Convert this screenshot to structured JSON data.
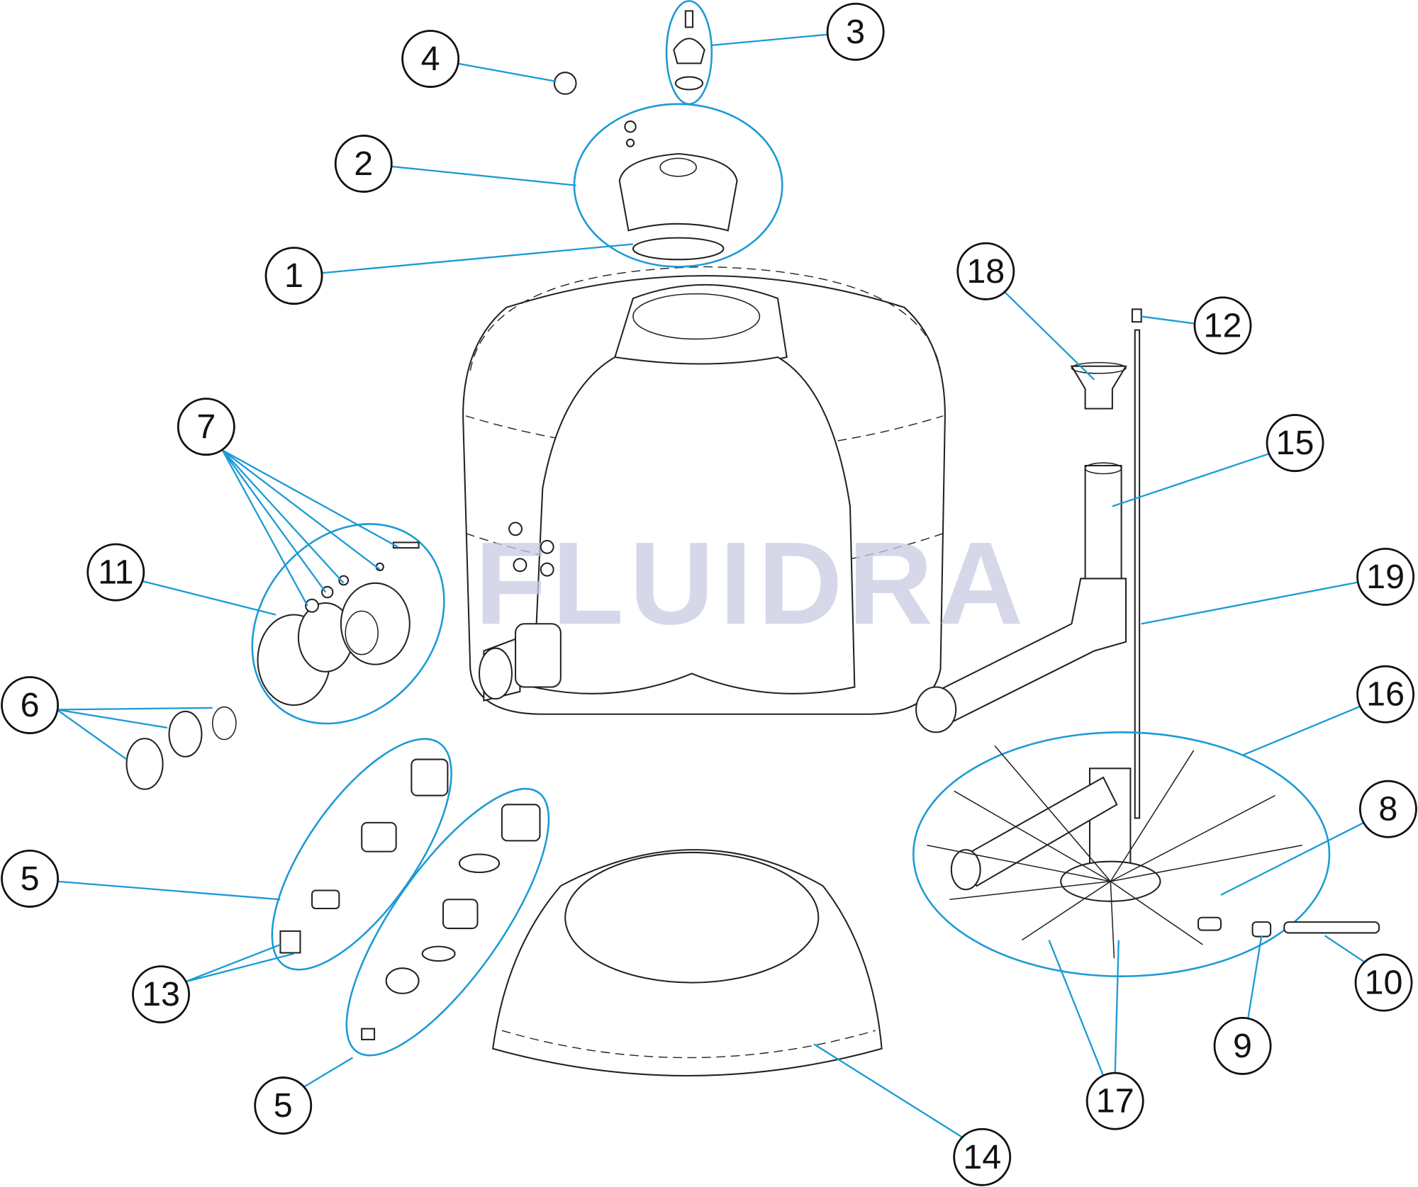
{
  "watermark": "FLUIDRA",
  "callouts": {
    "c1": "1",
    "c2": "2",
    "c3": "3",
    "c4": "4",
    "c5a": "5",
    "c5b": "5",
    "c6": "6",
    "c7": "7",
    "c8": "8",
    "c9": "9",
    "c10": "10",
    "c11": "11",
    "c12": "12",
    "c13": "13",
    "c14": "14",
    "c15": "15",
    "c16": "16",
    "c17": "17",
    "c18": "18",
    "c19": "19"
  }
}
